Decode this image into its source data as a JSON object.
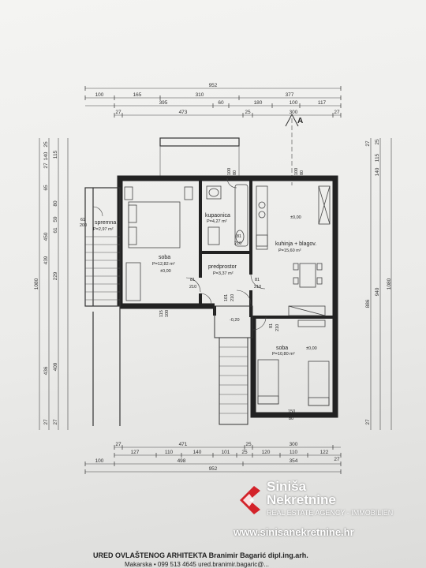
{
  "dims_top": {
    "row1": [
      "952"
    ],
    "row2": [
      "100",
      "165",
      "310",
      "377"
    ],
    "row3": [
      "395",
      "60",
      "180",
      "100",
      "117"
    ],
    "row4": [
      "27",
      "473",
      "25",
      "300",
      "27"
    ]
  },
  "dims_bottom": {
    "row1": [
      "27",
      "471",
      "25",
      "300"
    ],
    "row2": [
      "127",
      "110",
      "140",
      "101",
      "25",
      "120",
      "110",
      "122",
      "27"
    ],
    "row3": [
      "100",
      "498",
      "354"
    ],
    "row4": [
      "952"
    ]
  },
  "dims_left": {
    "outer": [
      "1080"
    ],
    "mid": [
      "439",
      "436",
      "27"
    ],
    "inner": [
      "229",
      "409",
      "27"
    ],
    "top": [
      "25",
      "115",
      "27",
      "140",
      "65",
      "80",
      "59",
      "61",
      "450"
    ]
  },
  "dims_right": {
    "outer": [
      "1080"
    ],
    "mid": [
      "886",
      "940",
      "27"
    ],
    "top": [
      "27",
      "115",
      "140",
      "25"
    ]
  },
  "section_marker": "A",
  "rooms": {
    "spremna": {
      "name": "spremna",
      "area": "P=2,97 m²"
    },
    "soba_left": {
      "name": "soba",
      "area": "P=12,82 m²",
      "level": "±0,00"
    },
    "kupaonica": {
      "name": "kupaonica",
      "area": "P=4,27 m²"
    },
    "predprostor": {
      "name": "predprostor",
      "area": "P=3,37 m²"
    },
    "kuhinja": {
      "name": "kuhinja + blagov.",
      "area": "P=15,60 m²",
      "level": "±0,00"
    },
    "soba_right": {
      "name": "soba",
      "area": "P=10,80 m²",
      "level": "±0,00"
    },
    "entry": {
      "level": "-0,20"
    }
  },
  "door_labels": {
    "d1": [
      "81",
      "210"
    ],
    "d2": [
      "81",
      "210"
    ],
    "d3": [
      "81",
      "210"
    ],
    "d4": [
      "101",
      "210"
    ],
    "d5": [
      "81",
      "210"
    ],
    "w1": [
      "61",
      "200"
    ],
    "w2": [
      "100",
      "80"
    ],
    "w3": [
      "100",
      "80"
    ],
    "w4": [
      "115",
      "100"
    ],
    "w5": [
      "150",
      "80"
    ]
  },
  "logo": {
    "name_line1": "Siniša",
    "name_line2": "Nekretnine",
    "agency": "REAL ESTATE AGENCY - IMMOBILIEN",
    "website": "www.sinisanekretnine.hr",
    "mark_color": "#d3232a"
  },
  "footer": {
    "office": "URED OVLAŠTENOG ARHITEKTA Branimir Bagarić dipl.ing.arh.",
    "address": "Makarska • 099 513 4645 ured.branimir.bagaric@..."
  }
}
